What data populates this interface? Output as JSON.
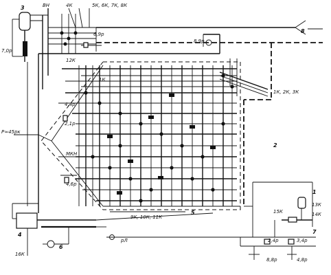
{
  "labels": {
    "n3": "3",
    "bn": "ВН",
    "k4": "4К",
    "kgroup": "5К, 6К, 7К, 8К",
    "p69": "6,9р",
    "n8": "8",
    "p89": "8,9р",
    "k12": "12К",
    "k1k": "1К",
    "kgroup2": "1К, 2К, 3К",
    "p44": "4,4р",
    "n2": "2",
    "rrr": "Р≈45рк",
    "p21": "2,1р",
    "mkm": "МКН",
    "p46": "4,6р",
    "kgroup3": "9К, 10К, 11К",
    "n5": "5",
    "a00": "7,0р",
    "n4": "4",
    "n1": "1",
    "k13": "13К",
    "k14": "14К",
    "k15": "15К",
    "n7": "7",
    "p24": "2,4р",
    "p3b": "3,4р",
    "p88": "8,8р",
    "p4b": "4,8р",
    "pl": "рЛ",
    "k16": "16К",
    "n6": "6"
  }
}
